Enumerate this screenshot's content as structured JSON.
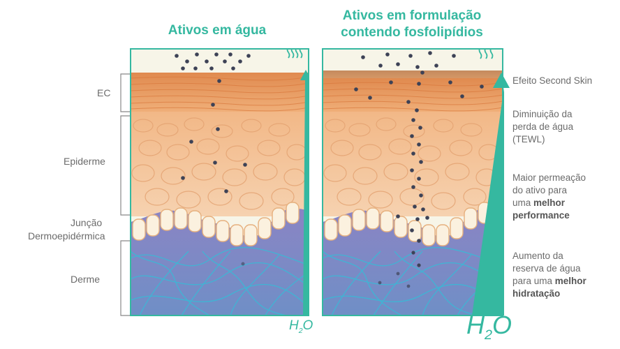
{
  "titles": {
    "left": "Ativos em água",
    "right_line1": "Ativos em formulação",
    "right_line2": "contendo fosfolipídios"
  },
  "layers": {
    "ec": "EC",
    "epiderme": "Epiderme",
    "juncao_line1": "Junção",
    "juncao_line2": "Dermoepidérmica",
    "derme": "Derme"
  },
  "annotations": {
    "second_skin": "Efeito Second Skin",
    "tewl_1": "Diminuição da",
    "tewl_2": "perda de água",
    "tewl_3": "(TEWL)",
    "perm_1": "Maior permeação",
    "perm_2": "do ativo para",
    "perm_3a": "uma ",
    "perm_3b": "melhor",
    "perm_4": "performance",
    "hid_1": "Aumento da",
    "hid_2": "reserva de água",
    "hid_3a": "para uma ",
    "hid_3b": "melhor",
    "hid_4": "hidratação"
  },
  "h2o": {
    "left_main": "H",
    "left_sub": "2",
    "left_end": "O",
    "right_main": "H",
    "right_sub": "2",
    "right_end": "O"
  },
  "colors": {
    "accent": "#35b8a0",
    "stratum": "#e9a06a",
    "epidermis": "#f1c39b",
    "dermis": "#7c86c6",
    "fibers": "#3ab9d6",
    "dots": "#3d4256"
  }
}
